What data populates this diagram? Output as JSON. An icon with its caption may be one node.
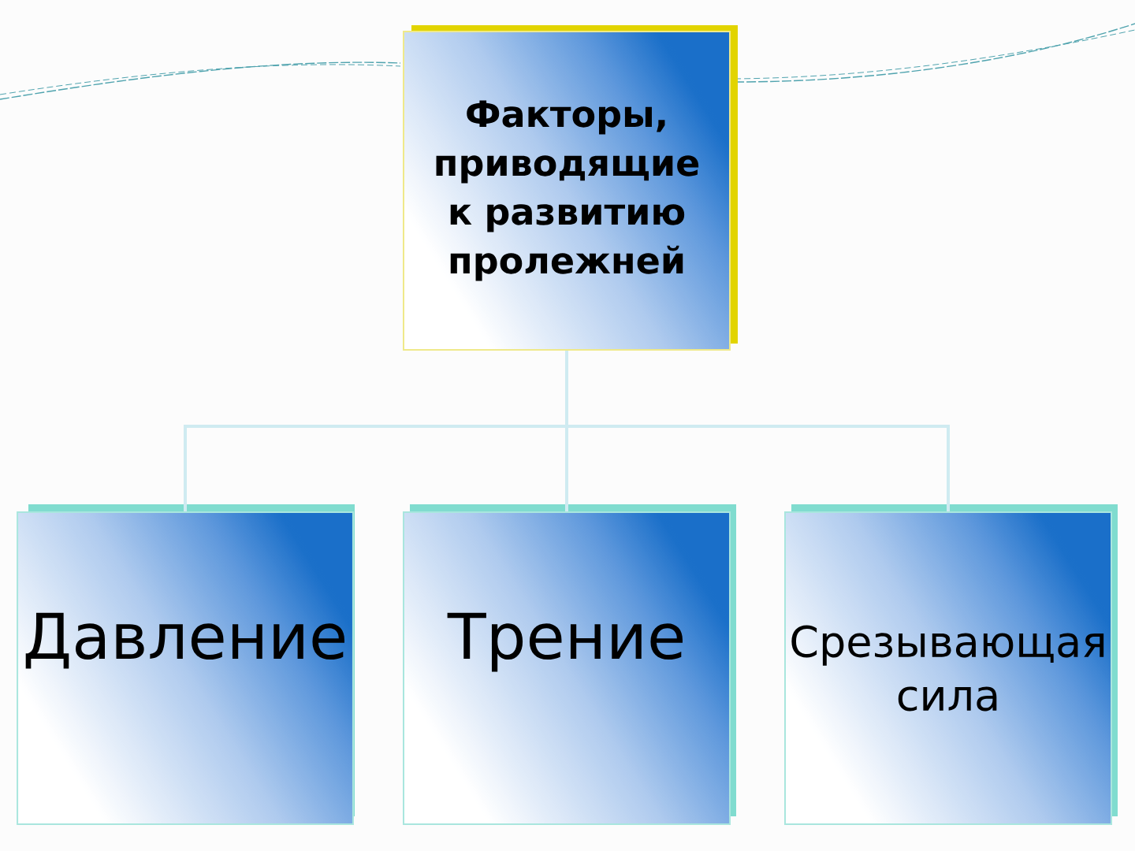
{
  "diagram": {
    "nodes": [
      {
        "text": [
          "Факторы, приводящие к развитию пролежней"
        ]
      },
      {
        "text": [
          "Давление"
        ]
      },
      {
        "text": [
          "Трение"
        ]
      },
      {
        "text": [
          "Срезывающая сила"
        ]
      }
    ],
    "edges": [
      {
        "from": 0,
        "to": 1,
        "arrow": "none"
      },
      {
        "from": 0,
        "to": 2,
        "arrow": "none"
      },
      {
        "from": 0,
        "to": 3,
        "arrow": "none"
      }
    ]
  }
}
